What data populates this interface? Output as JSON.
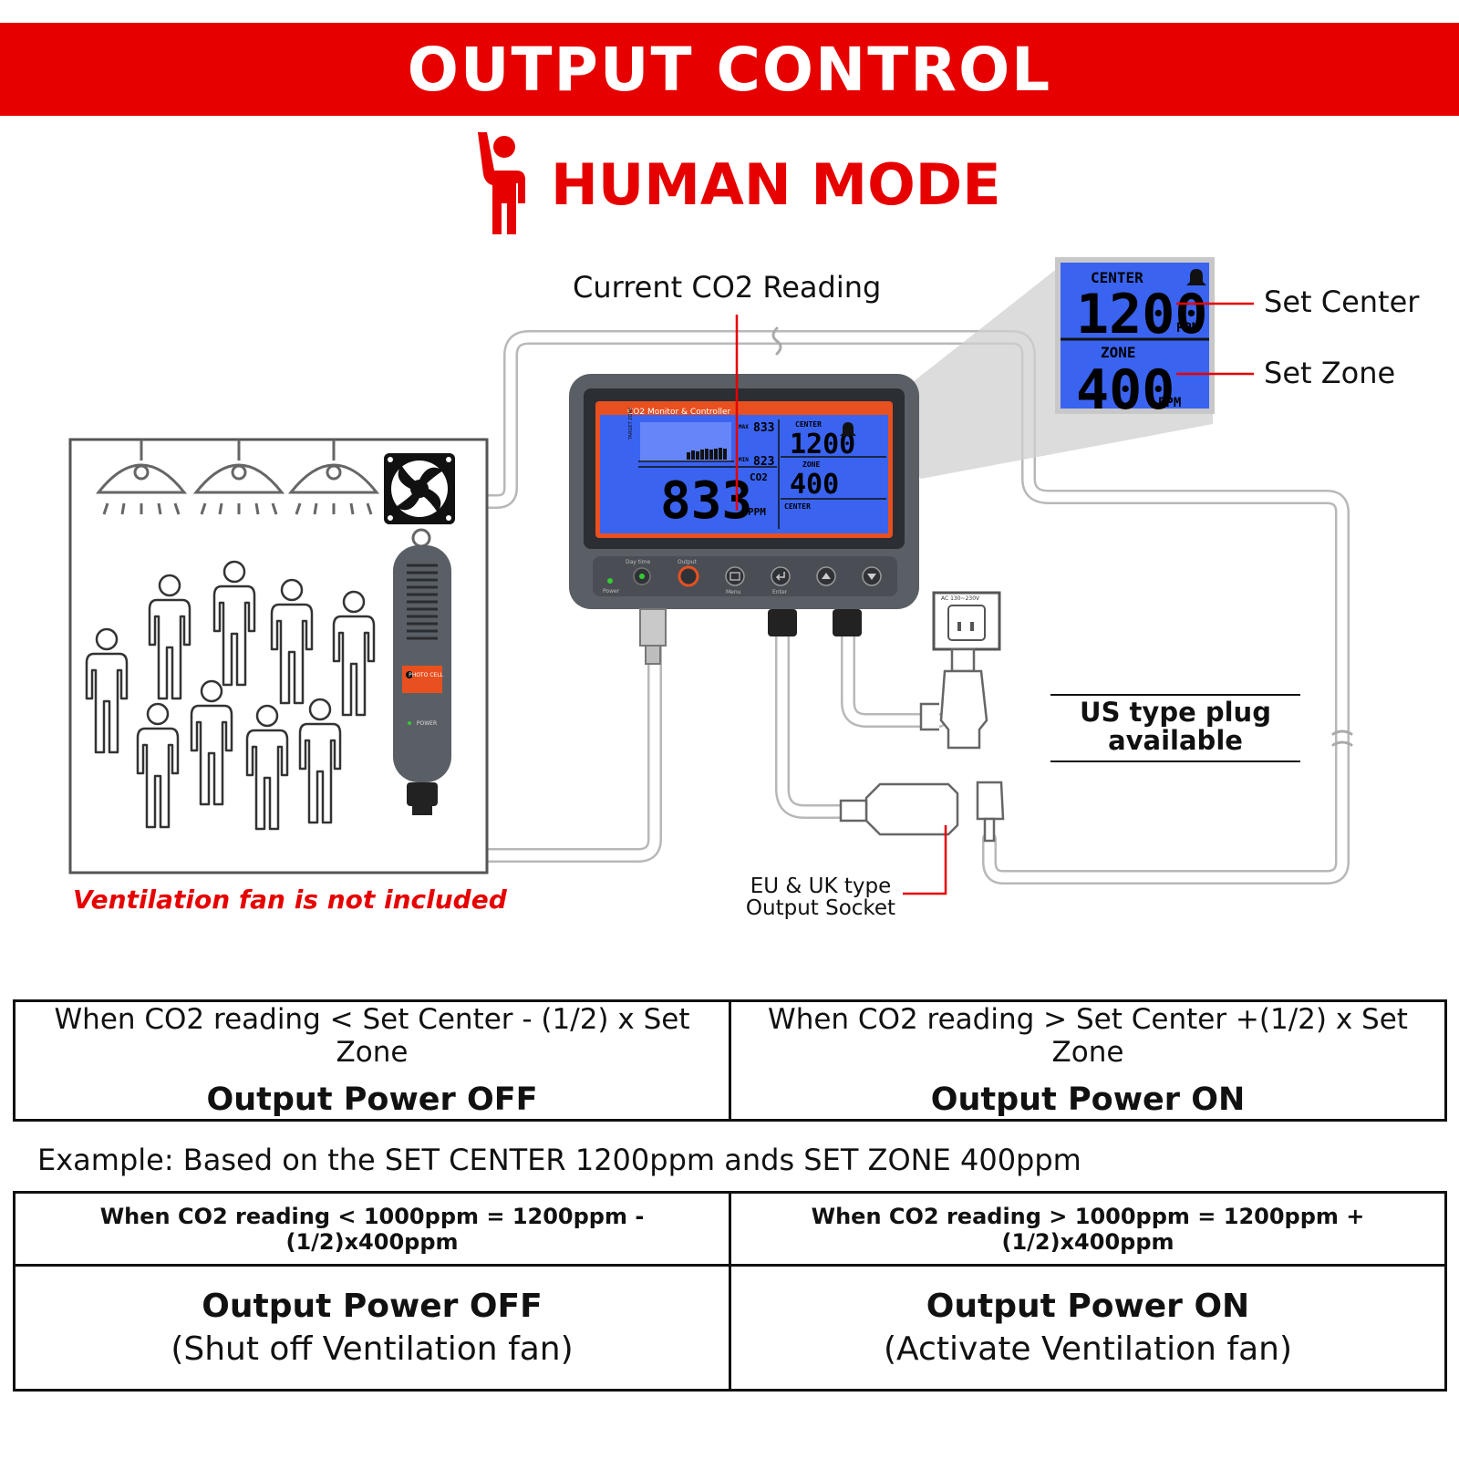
{
  "banner": {
    "title": "OUTPUT CONTROL"
  },
  "mode": {
    "title": "HUMAN MODE",
    "icon": "raised-hand-person-icon"
  },
  "labels": {
    "current_reading": "Current CO2 Reading",
    "set_center": "Set Center",
    "set_zone": "Set Zone",
    "us_plug_line1": "US type plug",
    "us_plug_line2": "available",
    "eu_uk_line1": "EU & UK type",
    "eu_uk_line2": "Output Socket",
    "fan_note": "Ventilation fan is not included"
  },
  "zoom_display": {
    "center_label": "CENTER",
    "center_value": "1200",
    "zone_label": "ZONE",
    "zone_value": "400",
    "unit": "PPM"
  },
  "device": {
    "brand": "CO2 Monitor & Controller",
    "main_reading": "833",
    "max_value": "833",
    "min_value": "823",
    "max_label": "MAX",
    "min_label": "MIN",
    "gas_label": "CO2",
    "unit": "PPM",
    "center_label": "CENTER",
    "center_value": "1200",
    "zone_label": "ZONE",
    "zone_value": "400",
    "bottom_label": "CENTER",
    "chart_axis_label": "TARGET ZONE",
    "buttons": {
      "power": "Power",
      "daytime": "Day time",
      "output": "Output",
      "menu": "Menu",
      "enter": "Enter"
    },
    "outlet_label": "AC 130~230V"
  },
  "sensor": {
    "photo_label": "PHOTO CELL",
    "power_label": "POWER"
  },
  "rule_table": {
    "left_condition": "When CO2 reading < Set Center - (1/2) x Set Zone",
    "left_result": "Output Power OFF",
    "right_condition": "When CO2 reading > Set Center +(1/2) x Set Zone",
    "right_result": "Output Power ON"
  },
  "example": {
    "text": "Example: Based on the SET CENTER 1200ppm ands SET ZONE 400ppm"
  },
  "example_table": {
    "left_condition": "When CO2 reading < 1000ppm = 1200ppm - (1/2)x400ppm",
    "right_condition": "When CO2 reading > 1000ppm = 1200ppm + (1/2)x400ppm",
    "left_result": "Output Power OFF",
    "left_sub": "(Shut off Ventilation fan)",
    "right_result": "Output Power ON",
    "right_sub": "(Activate Ventilation fan)"
  },
  "colors": {
    "brand_red": "#e60000",
    "lcd_blue": "#3a63f0",
    "lcd_frame": "#e8501f",
    "device_body": "#5a5f66",
    "cable": "#e6e6e6"
  }
}
